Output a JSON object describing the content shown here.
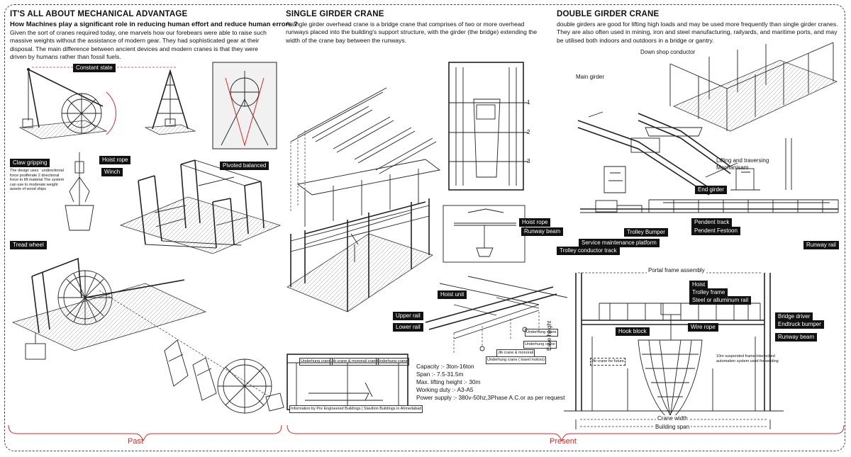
{
  "past": {
    "title": "IT'S ALL ABOUT MECHANICAL ADVANTAGE",
    "subtitle": "How Machines play a significant role in reducing human effort and reduce human errors ?",
    "text": "Given the sort of cranes required today, one marvels how our forebears were able to raise such massive weights without the assistance of modern gear. They had sophisticated gear at their disposal. The main difference between ancient devices and modern cranes is that they were driven by humans rather than fossil fuels.",
    "labels": {
      "constant_state": "Constant state",
      "hoist_rope": "Hoist rope",
      "winch": "Winch",
      "claw_gripping": "Claw gripping",
      "claw_note": "The design uses ‘ undirectional force proliferate 2 directional force to lift material The system can use to moderate weight assets of wood ships",
      "pivoted_balanced": "Pivoted balanced",
      "tread_wheel": "Tread wheel"
    },
    "era": "Past"
  },
  "single": {
    "title": "SINGLE GIRDER CRANE",
    "text": "A single girder overhead crane is a bridge crane that comprises of two or more overhead runways placed into the building's support structure, with the girder (the bridge) extending the width of the crane bay between the runways.",
    "plan_marks": [
      "1",
      "2",
      "3"
    ],
    "labels": {
      "hoist_rope": "Hoist rope",
      "runway_beam": "Runway beam",
      "hoist_unit": "Hoist unit",
      "upper_rail": "Upper rail",
      "lower_rail": "Lower rail",
      "underhung_crane_1": "Underhung crane",
      "underhung_crane_2": "Underhung crane",
      "jib_crane_monorail": "Jib crane & monorail",
      "underhung_crane_torsion": "Underhung crane ( travel motors)"
    },
    "section_labels": [
      "Underhung crane",
      "Jib crane & monorail crane",
      "Underhung crane"
    ],
    "section_credit": "Information by Pre Engineered Buildings | Stavilion Buildings in Ahmedabad",
    "specs": [
      "Capacity :- 3ton-16ton",
      "Span :- 7.5-31.5m",
      "Max. lifting height :- 30m",
      "Working duty :- A3-A5",
      "Power supply :- 380v-50hz,3Phase A.C.or as per request"
    ],
    "era": "Present"
  },
  "double": {
    "title": "DOUBLE GIRDER CRANE",
    "text": "double girders are good for lifting high loads and may be used more frequently than single girder cranes. They are also often used in mining, iron and steel manufacturing, railyards, and maritime ports, and may be utilised both indoors and outdoors in a bridge or gantry.",
    "labels": {
      "down_shop_conductor": "Down shop conductor",
      "main_girder": "Main girder",
      "lifting_traversing": "Lifting and traversing\nMechanisam",
      "end_girder": "End girder",
      "pendent_track": "Pendent track",
      "pendent_festoon": "Pendent Festoon",
      "trolley_bumper": "Trolley Bumper",
      "service_platform": "Service maintenance platform",
      "trolley_conductor": "Trolley conductor track",
      "runway_rail": "Runway rail",
      "portal_frame": "Portal frame assembly",
      "hoist": "Hoist",
      "trolley_frame": "Trolley frame",
      "steel_rail": "Steel or alluminum rail",
      "bridge_driver": "Bridge driver",
      "endtruck_bumper": "Endtruck bumper",
      "runway_beam": "Runway beam",
      "hook_block": "Hook block",
      "wire_rope": "Wire rope",
      "eave_height": "Eave height",
      "jib_crane_future": "Jib crane for future",
      "welding_note": "10m suspended frame interlocked automation system used for welding",
      "crane_width": "Crane width",
      "building_span": "Building span"
    }
  }
}
